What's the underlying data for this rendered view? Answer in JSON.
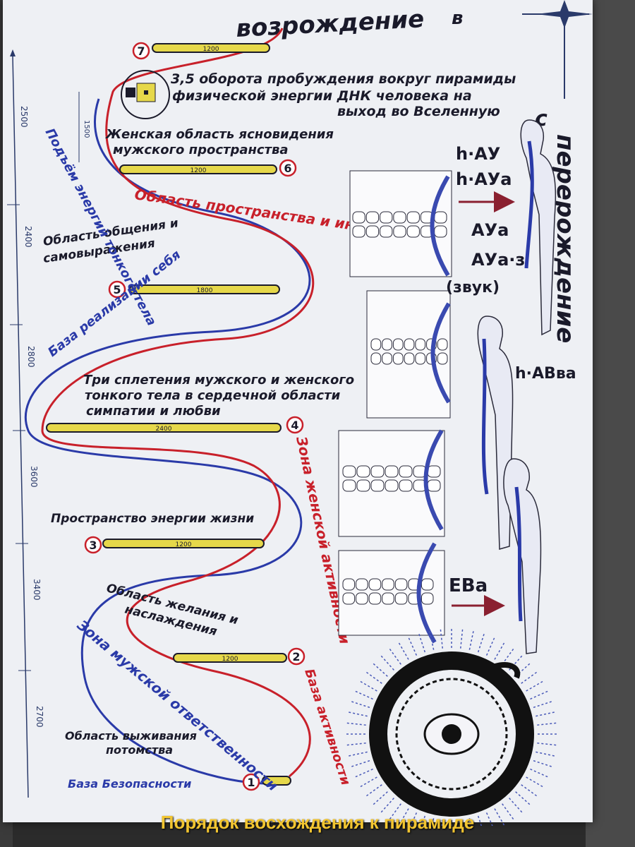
{
  "caption": "Порядок восхождения к пирамиде",
  "title_top": "возрождение",
  "title_top_suffix": "в",
  "title_right": "перерождение",
  "title_right_prefix": "с",
  "top_note": [
    "3,5 оборота пробуждения вокруг пирамиды",
    "физической энергии ДНК человека на",
    "выход во Вселенную"
  ],
  "levels": [
    {
      "num": "1",
      "bar": "",
      "label": [
        "Область выживания",
        "потомства"
      ],
      "base": "База Безопасности"
    },
    {
      "num": "2",
      "bar": "1200",
      "label": [
        "Область желания и",
        "наслаждения"
      ],
      "base": "База активности"
    },
    {
      "num": "3",
      "bar": "1200",
      "label": [
        "Пространство энергии жизни"
      ]
    },
    {
      "num": "4",
      "bar": "2400",
      "label": [
        "Три сплетения мужского и женского",
        "тонкого тела в сердечной области",
        "симпатии и любви"
      ]
    },
    {
      "num": "5",
      "bar": "1800",
      "label": [
        "Область общения и",
        "самовыражения"
      ],
      "base": "База реализации себя"
    },
    {
      "num": "6",
      "bar": "1200",
      "label": [
        "Женская область ясновидения",
        "мужского пространства"
      ]
    },
    {
      "num": "7",
      "bar": "1200",
      "label": []
    }
  ],
  "curve_labels": {
    "red_upper": "Область пространства и интуиции",
    "red_lower": "Зона женской активности",
    "blue_upper": "Подъём энергий тонкого тела",
    "blue_lower": "Зона мужской ответственности"
  },
  "scale_marks": [
    "2500",
    "2400",
    "2800",
    "3600",
    "3400",
    "2700"
  ],
  "small_mark": "1500",
  "sounds": [
    "h·АУ",
    "h·АУа",
    "АУа",
    "АУа·з",
    "(звук)",
    "h·АВва",
    "ЕВа"
  ],
  "colors": {
    "red": "#c8202a",
    "blue": "#2a3aa8",
    "bar": "#e6d84a",
    "ink": "#1a1a2a"
  }
}
